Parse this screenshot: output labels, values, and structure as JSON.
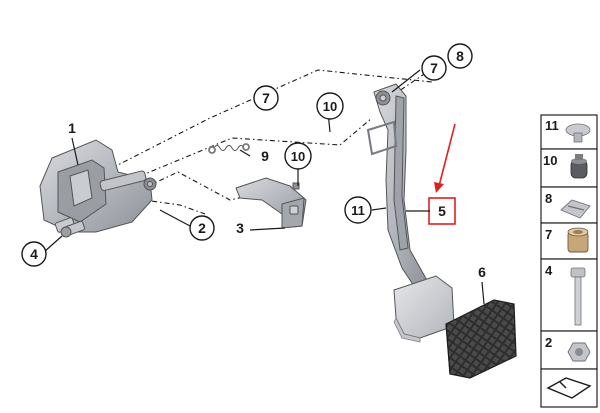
{
  "callouts": {
    "c1": "1",
    "c2": "2",
    "c3": "3",
    "c4": "4",
    "c5": "5",
    "c6": "6",
    "c7a": "7",
    "c7b": "7",
    "c8": "8",
    "c9": "9",
    "c10a": "10",
    "c10b": "10",
    "c11": "11"
  },
  "legend": {
    "items": [
      {
        "number": "11",
        "icon": "plug-clip-icon"
      },
      {
        "number": "10",
        "icon": "rubber-buffer-icon"
      },
      {
        "number": "8",
        "icon": "spring-clip-icon"
      },
      {
        "number": "7",
        "icon": "bushing-icon"
      },
      {
        "number": "4",
        "icon": "bolt-icon"
      },
      {
        "number": "2",
        "icon": "hex-nut-icon"
      }
    ],
    "footer_icon": "assembly-symbol-icon"
  },
  "colors": {
    "highlight_box": "#e02020",
    "arrow": "#e02020",
    "metal": "#b9bcc2",
    "pad_dark": "#2a2a2a"
  }
}
